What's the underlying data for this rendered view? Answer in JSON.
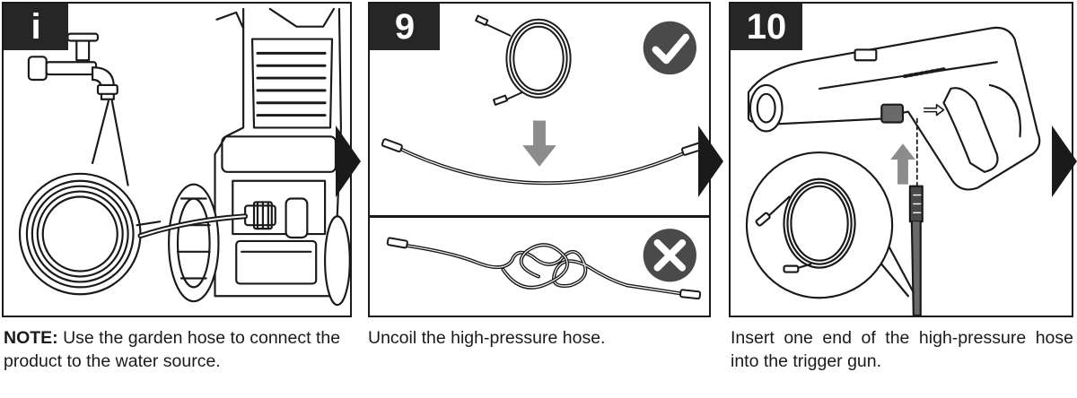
{
  "panels": [
    {
      "step": "i",
      "caption_bold": "NOTE:",
      "caption": " Use the garden hose to connect the product to the water source."
    },
    {
      "step": "9",
      "caption": "Uncoil the high-pressure hose.",
      "icons": {
        "correct": "check-circle-icon",
        "incorrect": "x-circle-icon"
      }
    },
    {
      "step": "10",
      "caption": "Insert one end of the high-pressure hose into the trigger gun."
    }
  ],
  "colors": {
    "ink": "#1a1a1a",
    "badge": "#262626",
    "icon_grey": "#4a4a4a",
    "arrow_grey": "#8c8c8c"
  }
}
